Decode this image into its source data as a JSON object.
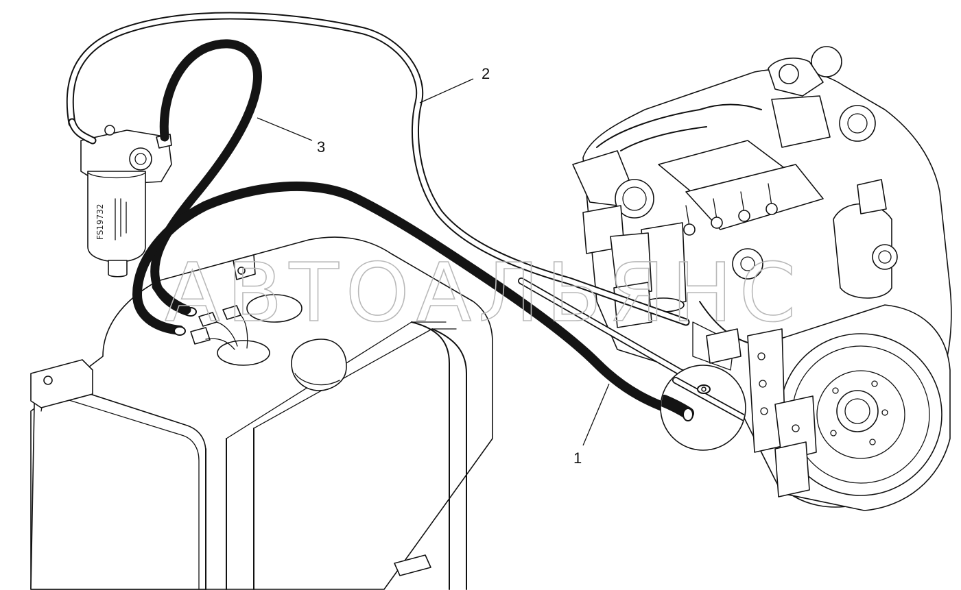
{
  "callouts": [
    {
      "number": "1"
    },
    {
      "number": "2"
    },
    {
      "number": "3"
    }
  ],
  "filter_label": "FS19732",
  "watermark": "АВТОАЛЬЯНС",
  "colors": {
    "line": "#111111",
    "hose": "#141414",
    "watermark": "#b9b9b9",
    "background": "#ffffff"
  },
  "icons": [
    "fuel-filter-icon",
    "fuel-tank-icon",
    "engine-icon"
  ]
}
